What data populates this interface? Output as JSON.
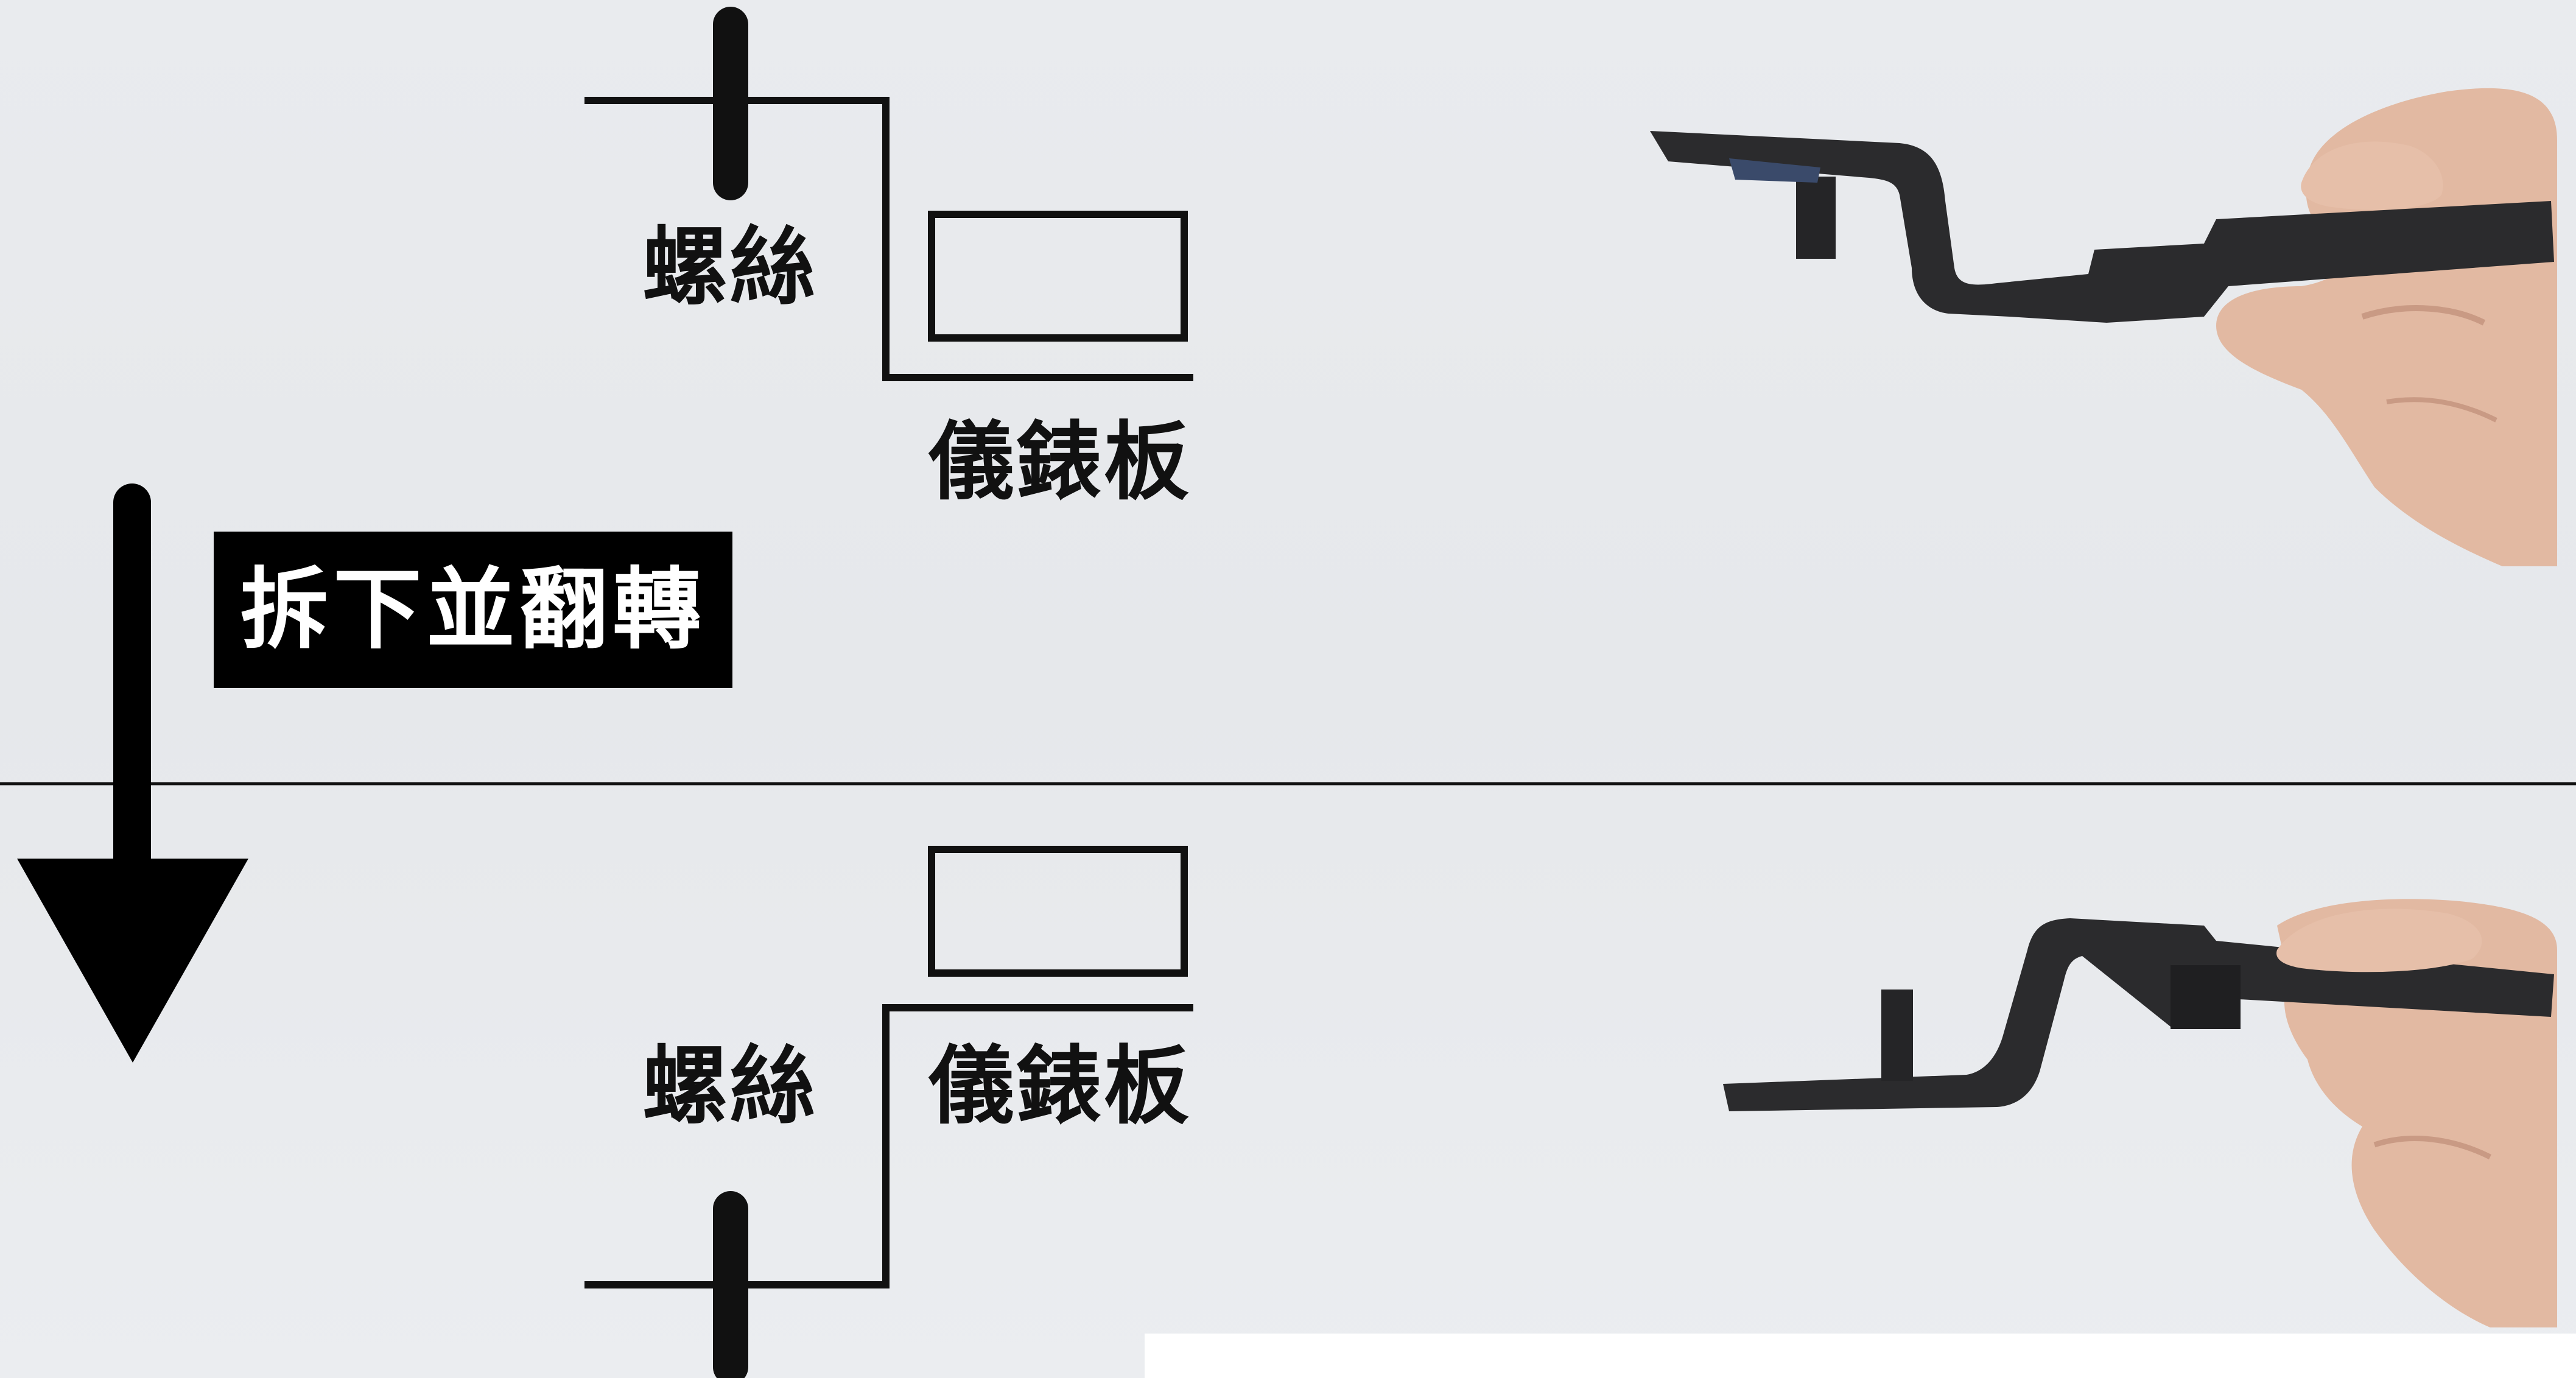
{
  "top": {
    "screw_label": "螺絲",
    "panel_label": "儀錶板"
  },
  "bottom": {
    "screw_label": "螺絲",
    "panel_label": "儀錶板"
  },
  "action": {
    "label": "拆下並翻轉"
  },
  "colors": {
    "ink": "#111111",
    "background": "#e8eaed",
    "part": "#2b2b2d",
    "skin": "#e2b9a2"
  }
}
